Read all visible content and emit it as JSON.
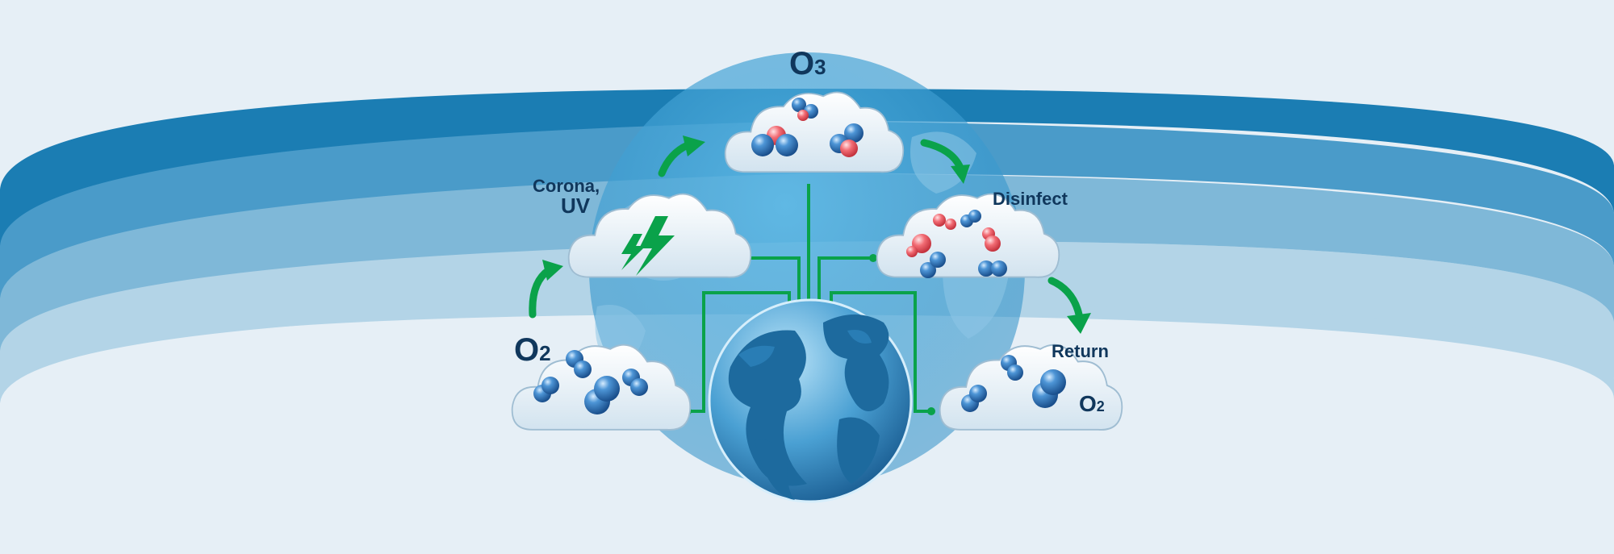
{
  "colors": {
    "background": "#e6eff6",
    "band_dark": "#1b7db3",
    "band_mid": "#4a9bc9",
    "band_light": "#7fb8d8",
    "band_pale": "#b3d4e7",
    "connector_green": "#0aa24a",
    "label_navy": "#10375c",
    "molecule_blue": "#2a6fb5",
    "oxygen_red": "#ef4f5a",
    "globe_blue": "#2e84bf"
  },
  "labels": {
    "o3_main": "O",
    "o3_sub": "3",
    "corona_line1": "Corona,",
    "corona_line2": "UV",
    "disinfect": "Disinfect",
    "o2_left_main": "O",
    "o2_left_sub": "2",
    "return": "Return",
    "o2_right_main": "O",
    "o2_right_sub": "2"
  },
  "icons": {
    "lightning": "lightning-icon",
    "globe": "earth-globe-icon",
    "arrow": "curved-arrow-icon"
  }
}
